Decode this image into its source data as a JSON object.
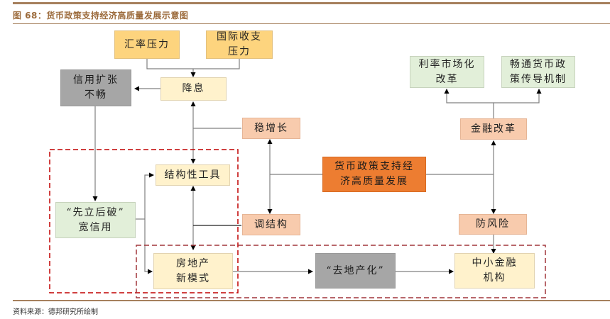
{
  "figure": {
    "title": "图 68：货币政策支持经济高质量发展示意图",
    "source": "资料来源：德邦研究所绘制"
  },
  "nodes": {
    "exchange_pressure": "汇率压力",
    "bop_pressure": "国际收支\n压力",
    "rate_cut": "降息",
    "credit_weak": "信用扩张\n不畅",
    "stable_growth": "稳增长",
    "structural_tools": "结构性工具",
    "credit_first": "“先立后破”\n宽信用",
    "adjust_structure": "调结构",
    "core": "货币政策支持经\n济高质量发展",
    "financial_reform": "金融改革",
    "rate_marketization": "利率市场化\n改革",
    "transmission": "畅通货币政\n策传导机制",
    "prevent_risk": "防风险",
    "real_estate_model": "房地产\n新模式",
    "de_realestate": "“去地产化”",
    "small_fin": "中小金融\n机构"
  },
  "colors": {
    "pressure": "#fdd47e",
    "policy": "#fff2cc",
    "blocked": "#a6a6a6",
    "credit": "#e2efd9",
    "goal": "#f8cbad",
    "core": "#ed7d31",
    "highlight_frame": "#c00000"
  }
}
